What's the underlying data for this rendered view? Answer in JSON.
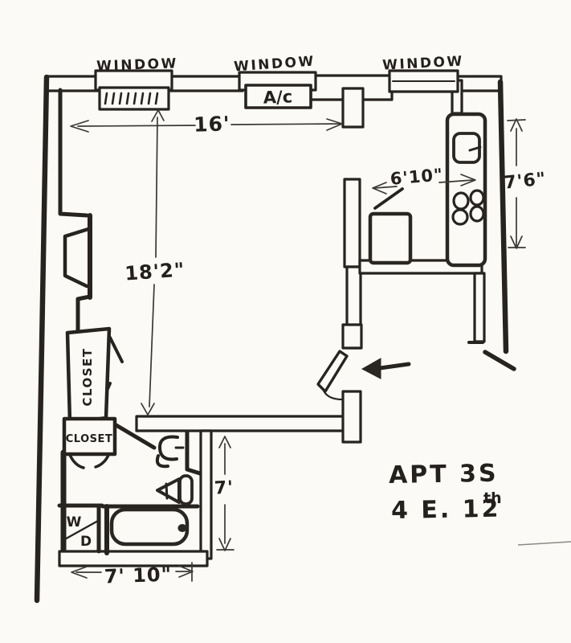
{
  "title": {
    "apartment": "APT 3S",
    "address_main": "4 E. 12",
    "address_superscript": "th"
  },
  "windows": {
    "labels": [
      "WINDOW",
      "WINDOW",
      "WINDOW"
    ],
    "ac_label": "A/c"
  },
  "closets": {
    "upper": "CLOSET",
    "lower": "CLOSET"
  },
  "laundry": {
    "washer": "W",
    "dryer": "D"
  },
  "dimensions": {
    "living_width": "16'",
    "living_length": "18'2\"",
    "kitchen_width": "6'10\"",
    "kitchen_length": "7'6\"",
    "bath_length": "7'",
    "bath_width": "7' 10\""
  },
  "icons": {
    "radiator": "radiator-ticks",
    "ac_unit": "ac-box",
    "kitchen_sink": "sink-square",
    "stove": "four-burners",
    "fridge": "fridge-box",
    "toilet": "toilet-tank-bowl",
    "bath_sink": "pedestal-sink",
    "bathtub": "tub-oval",
    "entry": "entry-arrow"
  },
  "colors": {
    "ink": "#272420",
    "paper": "#fbfaf6",
    "dimension_ink": "#3b3834"
  }
}
